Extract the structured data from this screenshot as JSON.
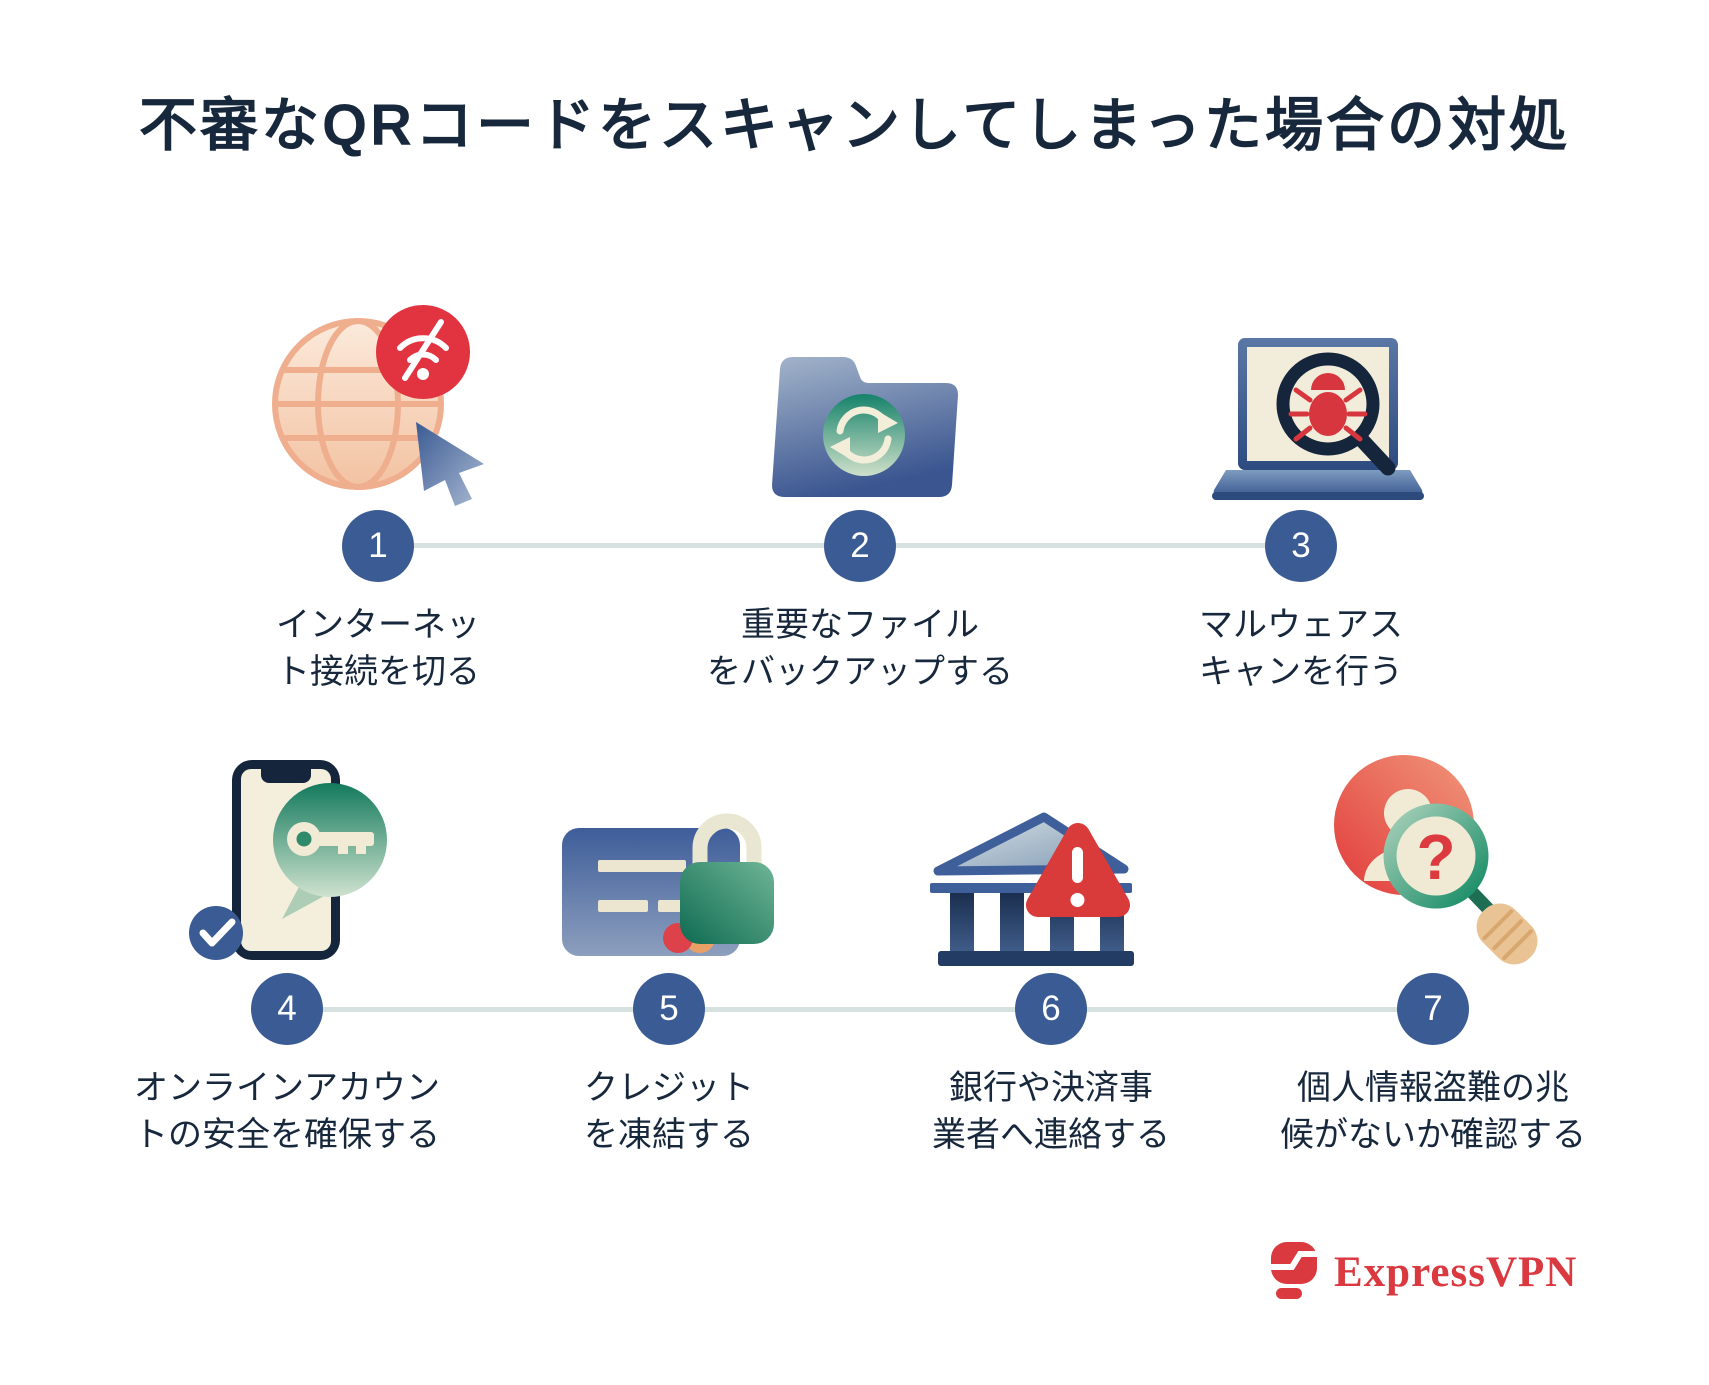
{
  "title": "不審なQRコードをスキャンしてしまった場合の対処",
  "steps": [
    {
      "number": "1",
      "line1": "インターネッ",
      "line2": "ト接続を切る",
      "icon": "globe-offline-icon"
    },
    {
      "number": "2",
      "line1": "重要なファイル",
      "line2": "をバックアップする",
      "icon": "backup-folder-icon"
    },
    {
      "number": "3",
      "line1": "マルウェアス",
      "line2": "キャンを行う",
      "icon": "malware-scan-icon"
    },
    {
      "number": "4",
      "line1": "オンラインアカウン",
      "line2": "トの安全を確保する",
      "icon": "phone-key-icon"
    },
    {
      "number": "5",
      "line1": "クレジット",
      "line2": "を凍結する",
      "icon": "credit-card-lock-icon"
    },
    {
      "number": "6",
      "line1": "銀行や決済事",
      "line2": "業者へ連絡する",
      "icon": "bank-alert-icon"
    },
    {
      "number": "7",
      "line1": "個人情報盗難の兆",
      "line2": "候がないか確認する",
      "icon": "identity-theft-check-icon"
    }
  ],
  "logo": {
    "brand": "ExpressVPN"
  },
  "icon_glyphs": {
    "question_mark": "?"
  },
  "colors": {
    "accent_blue": "#3b5b94",
    "text_navy": "#17273c",
    "brand_red": "#da3940",
    "alert_red": "#e23440",
    "green": "#17805f",
    "connector_line": "#d6e2df"
  }
}
